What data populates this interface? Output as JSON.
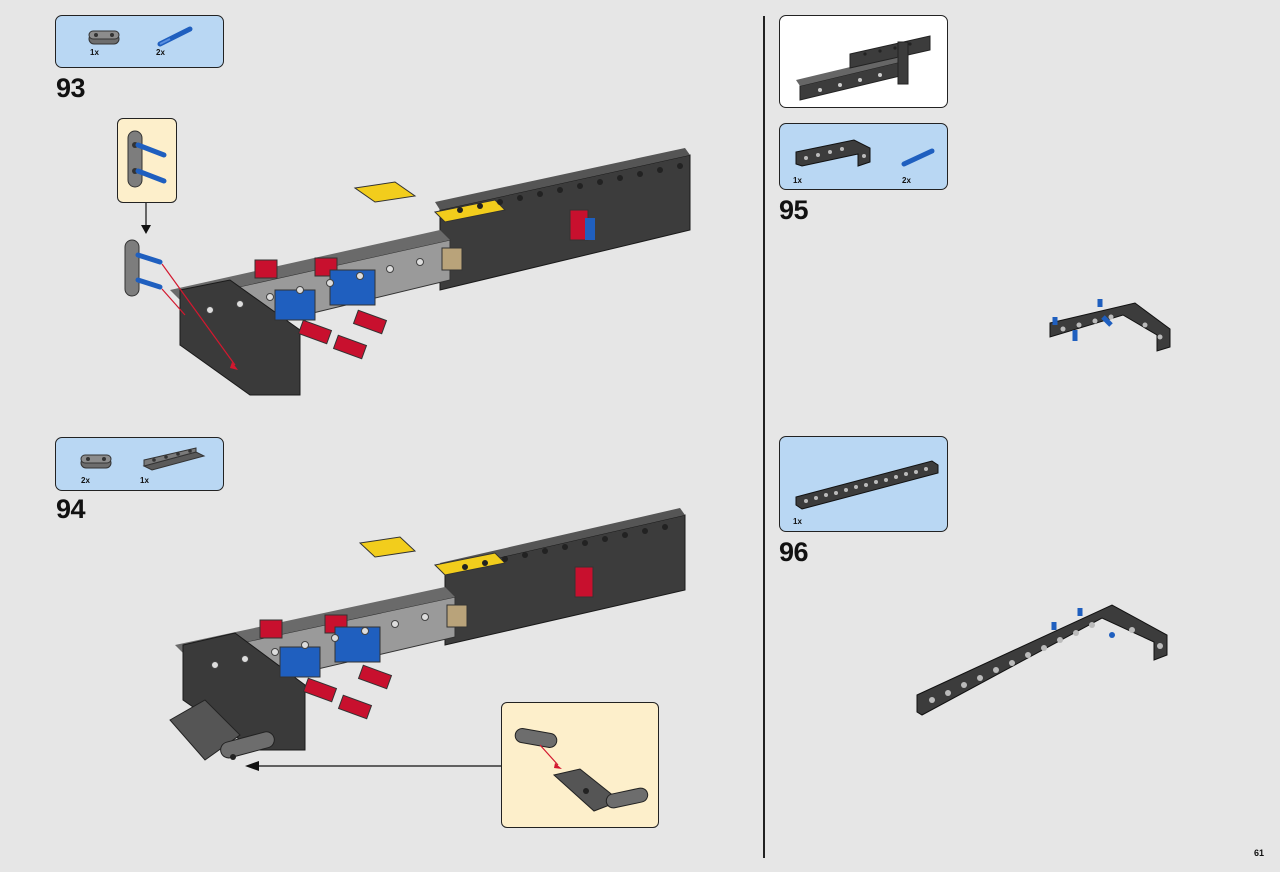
{
  "page": {
    "number": "61"
  },
  "steps": [
    {
      "number": "93",
      "parts": [
        {
          "qty": "1x",
          "part": "gray-connector-beam"
        },
        {
          "qty": "2x",
          "part": "blue-axle-pin"
        }
      ]
    },
    {
      "number": "94",
      "parts": [
        {
          "qty": "2x",
          "part": "dark-gray-beam-3"
        },
        {
          "qty": "1x",
          "part": "dark-gray-plate-beam"
        }
      ]
    },
    {
      "number": "95",
      "parts": [
        {
          "qty": "1x",
          "part": "black-angled-beam"
        },
        {
          "qty": "2x",
          "part": "blue-axle-pin"
        }
      ]
    },
    {
      "number": "96",
      "parts": [
        {
          "qty": "1x",
          "part": "black-beam-15"
        }
      ]
    }
  ],
  "colors": {
    "background": "#e6e6e6",
    "parts_box": "#b9d7f3",
    "callout": "#fdefcb",
    "brick_black": "#3a3a3a",
    "brick_gray": "#8a8a8a",
    "brick_red": "#c8102e",
    "brick_blue": "#1f5fbf",
    "brick_yellow": "#f2cd1c",
    "brick_tan": "#b9a37a"
  }
}
